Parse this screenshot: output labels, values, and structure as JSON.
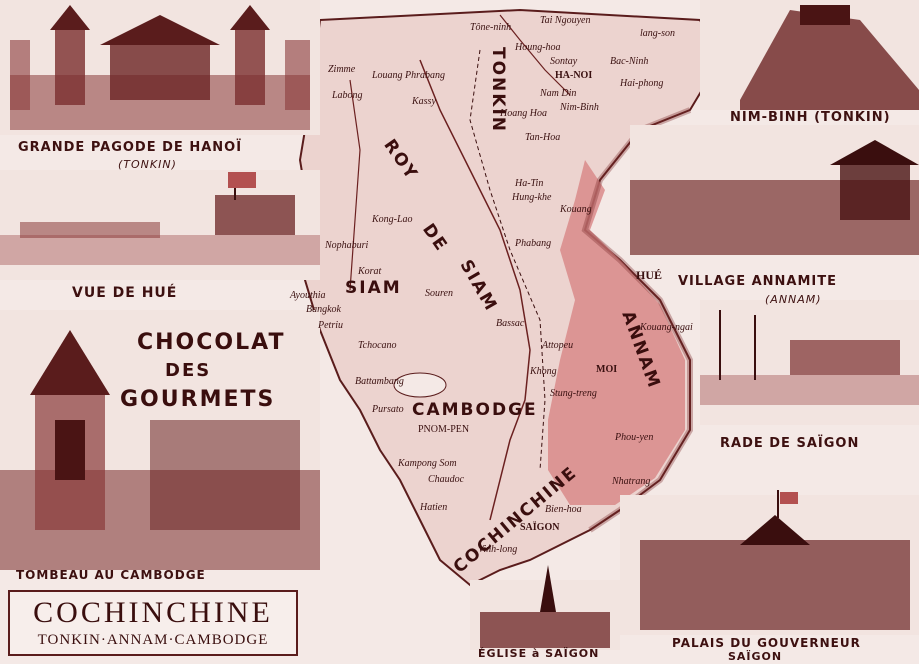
{
  "colors": {
    "paper": "#f4e9e6",
    "land": "#ecd3cf",
    "annam": "#d98a8a",
    "ink": "#3a0e0e",
    "sea": "#f4e9e6"
  },
  "brand": {
    "line1": "CHOCOLAT",
    "line2": "DES",
    "line3": "GOURMETS"
  },
  "vignettes": {
    "hanoi_pagoda": {
      "title": "GRANDE PAGODE DE HANOÏ",
      "sub": "(TONKIN)"
    },
    "hue": {
      "title": "VUE DE HUÉ"
    },
    "nim_binh": {
      "title": "NIM-BINH (TONKIN)"
    },
    "annam_village": {
      "title": "VILLAGE ANNAMITE",
      "sub": "(ANNAM)"
    },
    "saigon_harbor": {
      "title": "RADE DE SAÏGON"
    },
    "cambodia_tomb": {
      "title": "TOMBEAU AU CAMBODGE"
    },
    "saigon_church": {
      "title": "ÉGLISE à SAÏGON"
    },
    "governor_palace": {
      "title": "PALAIS DU GOUVERNEUR",
      "sub": "SAÏGON"
    }
  },
  "cartouche": {
    "title": "COCHINCHINE",
    "subtitle": "TONKIN·ANNAM·CAMBODGE"
  },
  "map": {
    "regions": {
      "royaume": "ROY",
      "de": "DE",
      "siam1": "SIAM",
      "tonkin": "TONKIN",
      "siam2": "SIAM",
      "annam": "ANNAM",
      "cambodge": "CAMBODGE",
      "cochinchine": "COCHINCHINE"
    },
    "places": {
      "hanoi": "HA-NOI",
      "tone_ninh": "Tône-ninh",
      "lai_ngouyen": "Tai Ngouyen",
      "lang_son": "lang-son",
      "houng_hoa": "Houng-hoa",
      "sontay": "Sontay",
      "bac_ninh": "Bac-Ninh",
      "hai_phong": "Hai-phong",
      "nam_dinh": "Nam Din",
      "nim_binh": "Nim-Binh",
      "hoang_hoa": "Hoang Hoa",
      "tan_hoa": "Tan-Hoa",
      "ha_tin": "Ha-Tin",
      "hung_khe": "Hung-khe",
      "kouang": "Kouang",
      "hue": "HUÉ",
      "zimme": "Zimme",
      "louang_prabang": "Louang Phrabang",
      "labong": "Labong",
      "kassy": "Kassy",
      "phabang": "Phabang",
      "kong_lao": "Kong-Lao",
      "nophaburi": "Nophaburi",
      "korat": "Korat",
      "souren": "Souren",
      "ayouthia": "Ayouthia",
      "bangkok": "Bangkok",
      "petriu": "Petriu",
      "tchocano": "Tchocano",
      "battambang": "Battambang",
      "pursato": "Pursato",
      "phnom_penh": "PNOM-PEN",
      "kampong_som": "Kampong Som",
      "chaudoc": "Chaudoc",
      "hatien": "Hatien",
      "saigon": "SAÏGON",
      "bien_hoa": "Bien-hoa",
      "vinh_long": "Vinh-long",
      "moi": "MOI",
      "attopeu": "Attopeu",
      "bassac": "Bassac",
      "stung_treng": "Stung-treng",
      "phan_rang": "Phou-yen",
      "nha_trang": "Nhatrang",
      "khong": "Khong",
      "kouang_ngai": "Kouang-ngai"
    }
  }
}
